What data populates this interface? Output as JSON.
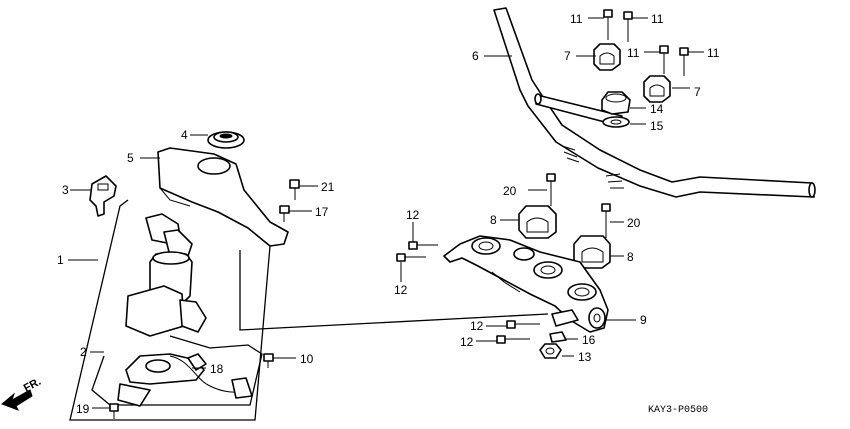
{
  "diagram": {
    "code": "KAY3-P0500",
    "direction_label": "FR.",
    "callouts": [
      {
        "id": "c1",
        "label": "1"
      },
      {
        "id": "c2",
        "label": "2"
      },
      {
        "id": "c3",
        "label": "3"
      },
      {
        "id": "c4",
        "label": "4"
      },
      {
        "id": "c5",
        "label": "5"
      },
      {
        "id": "c6",
        "label": "6"
      },
      {
        "id": "c7a",
        "label": "7"
      },
      {
        "id": "c7b",
        "label": "7"
      },
      {
        "id": "c8a",
        "label": "8"
      },
      {
        "id": "c8b",
        "label": "8"
      },
      {
        "id": "c9",
        "label": "9"
      },
      {
        "id": "c10",
        "label": "10"
      },
      {
        "id": "c11a",
        "label": "11"
      },
      {
        "id": "c11b",
        "label": "11"
      },
      {
        "id": "c11c",
        "label": "11"
      },
      {
        "id": "c11d",
        "label": "11"
      },
      {
        "id": "c12a",
        "label": "12"
      },
      {
        "id": "c12b",
        "label": "12"
      },
      {
        "id": "c12c",
        "label": "12"
      },
      {
        "id": "c12d",
        "label": "12"
      },
      {
        "id": "c13",
        "label": "13"
      },
      {
        "id": "c14",
        "label": "14"
      },
      {
        "id": "c15",
        "label": "15"
      },
      {
        "id": "c16",
        "label": "16"
      },
      {
        "id": "c17",
        "label": "17"
      },
      {
        "id": "c18",
        "label": "18"
      },
      {
        "id": "c19",
        "label": "19"
      },
      {
        "id": "c20a",
        "label": "20"
      },
      {
        "id": "c20b",
        "label": "20"
      },
      {
        "id": "c21",
        "label": "21"
      }
    ]
  }
}
